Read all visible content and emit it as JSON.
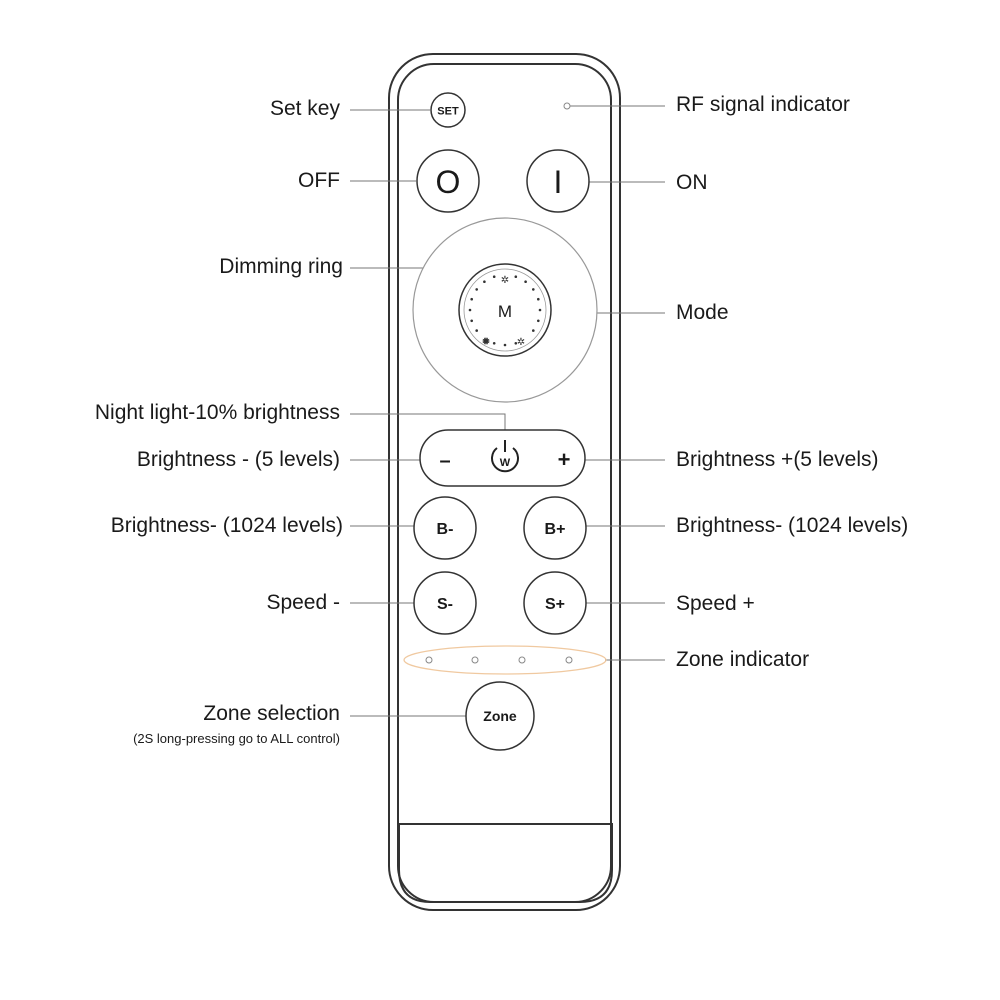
{
  "labels": {
    "set_key": "Set key",
    "rf_signal_indicator": "RF  signal  indicator",
    "off": "OFF",
    "on": "ON",
    "dimming_ring": "Dimming ring",
    "mode": "Mode",
    "night_light": "Night light-10% brightness",
    "brightness_minus_5": "Brightness - (5 levels)",
    "brightness_plus_5": "Brightness +(5 levels)",
    "brightness_minus_1024_left": "Brightness- (1024 levels)",
    "brightness_minus_1024_right": "Brightness- (1024 levels)",
    "speed_minus": "Speed -",
    "speed_plus": "Speed +",
    "zone_indicator": "Zone indicator",
    "zone_selection": "Zone selection",
    "zone_selection_note": "(2S long-pressing go to ALL control)"
  },
  "buttons": {
    "set": "SET",
    "off": "O",
    "on": "I",
    "mode": "M",
    "minus": "–",
    "plus": "+",
    "night": "W",
    "b_minus": "B-",
    "b_plus": "B+",
    "s_minus": "S-",
    "s_plus": "S+",
    "zone": "Zone"
  },
  "colors": {
    "outline": "#333333",
    "zone_indicator_ring": "#f0c9a0"
  }
}
